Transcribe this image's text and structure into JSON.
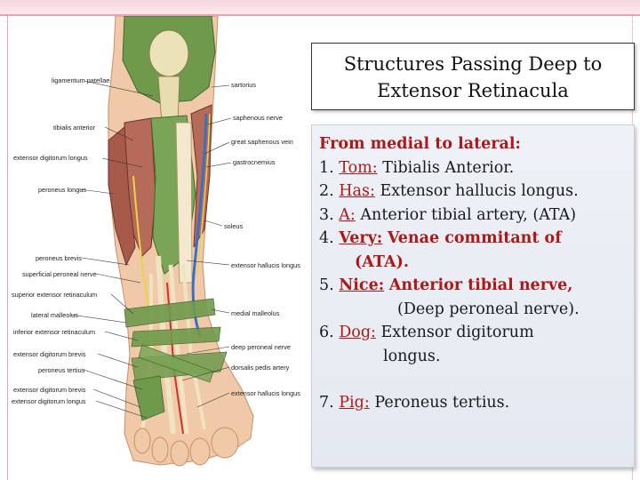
{
  "title": {
    "line1": "Structures Passing Deep to",
    "line2": "Extensor Retinacula"
  },
  "content": {
    "intro": "From medial to lateral:",
    "items": [
      {
        "num": "1.",
        "key": "Tom:",
        "text": "Tibialis Anterior."
      },
      {
        "num": "2.",
        "key": "Has:",
        "text": "Extensor hallucis longus."
      },
      {
        "num": "3.",
        "key": "A:",
        "text": "Anterior tibial artery, (ATA)"
      },
      {
        "num": "4.",
        "key": "Very:",
        "text": "Venae commitant of",
        "cont": "(ATA)."
      },
      {
        "num": "5.",
        "key": "Nice:",
        "text": "Anterior tibial nerve,",
        "cont": "(Deep peroneal nerve)."
      },
      {
        "num": "6.",
        "key": "Dog:",
        "text": "Extensor digitorum",
        "cont": "longus."
      },
      {
        "num": "7.",
        "key": "Pig:",
        "text": "Peroneus tertius."
      }
    ]
  },
  "figure_labels": {
    "ligamentum_patellae": "ligamentum patellae",
    "sartorius": "sartorius",
    "saphenous_nerve": "saphenous nerve",
    "tibialis_anterior": "tibialis anterior",
    "great_saphenous_vein": "great saphenous vein",
    "extensor_digitorum_longus": "extensor digitorum longus",
    "gastrocnemius": "gastrocnemius",
    "peroneus_longus": "peroneus longus",
    "soleus": "soleus",
    "peroneus_brevis": "peroneus brevis",
    "extensor_hallucis_longus": "extensor hallucis longus",
    "superficial_peroneal_nerve": "superficial peroneal nerve",
    "superior_extensor_retinaculum": "superior extensor retinaculum",
    "medial_malleolus": "medial malleolus",
    "lateral_malleolus": "lateral malleolus",
    "inferior_extensor_retinaculum": "inferior extensor retinaculum",
    "deep_peroneal_nerve": "deep peroneal nerve",
    "extensor_digitorum_brevis": "extensor digitorum brevis",
    "dorsalis_pedis_artery": "dorsalis pedis artery",
    "peroneus_tertius": "peroneus tertius",
    "extensor_hallucis_longus_2": "extensor hallucis longus",
    "extensor_digitorum_brevis_2": "extensor digitorum brevis",
    "extensor_digitorum_longus_2": "extensor digitorum longus"
  },
  "colors": {
    "accent_red": "#b01818",
    "muscle_green": "#6f9a4c",
    "muscle_red": "#b66a5a",
    "tendon": "#efe3c2",
    "nerve": "#e8d44a"
  }
}
